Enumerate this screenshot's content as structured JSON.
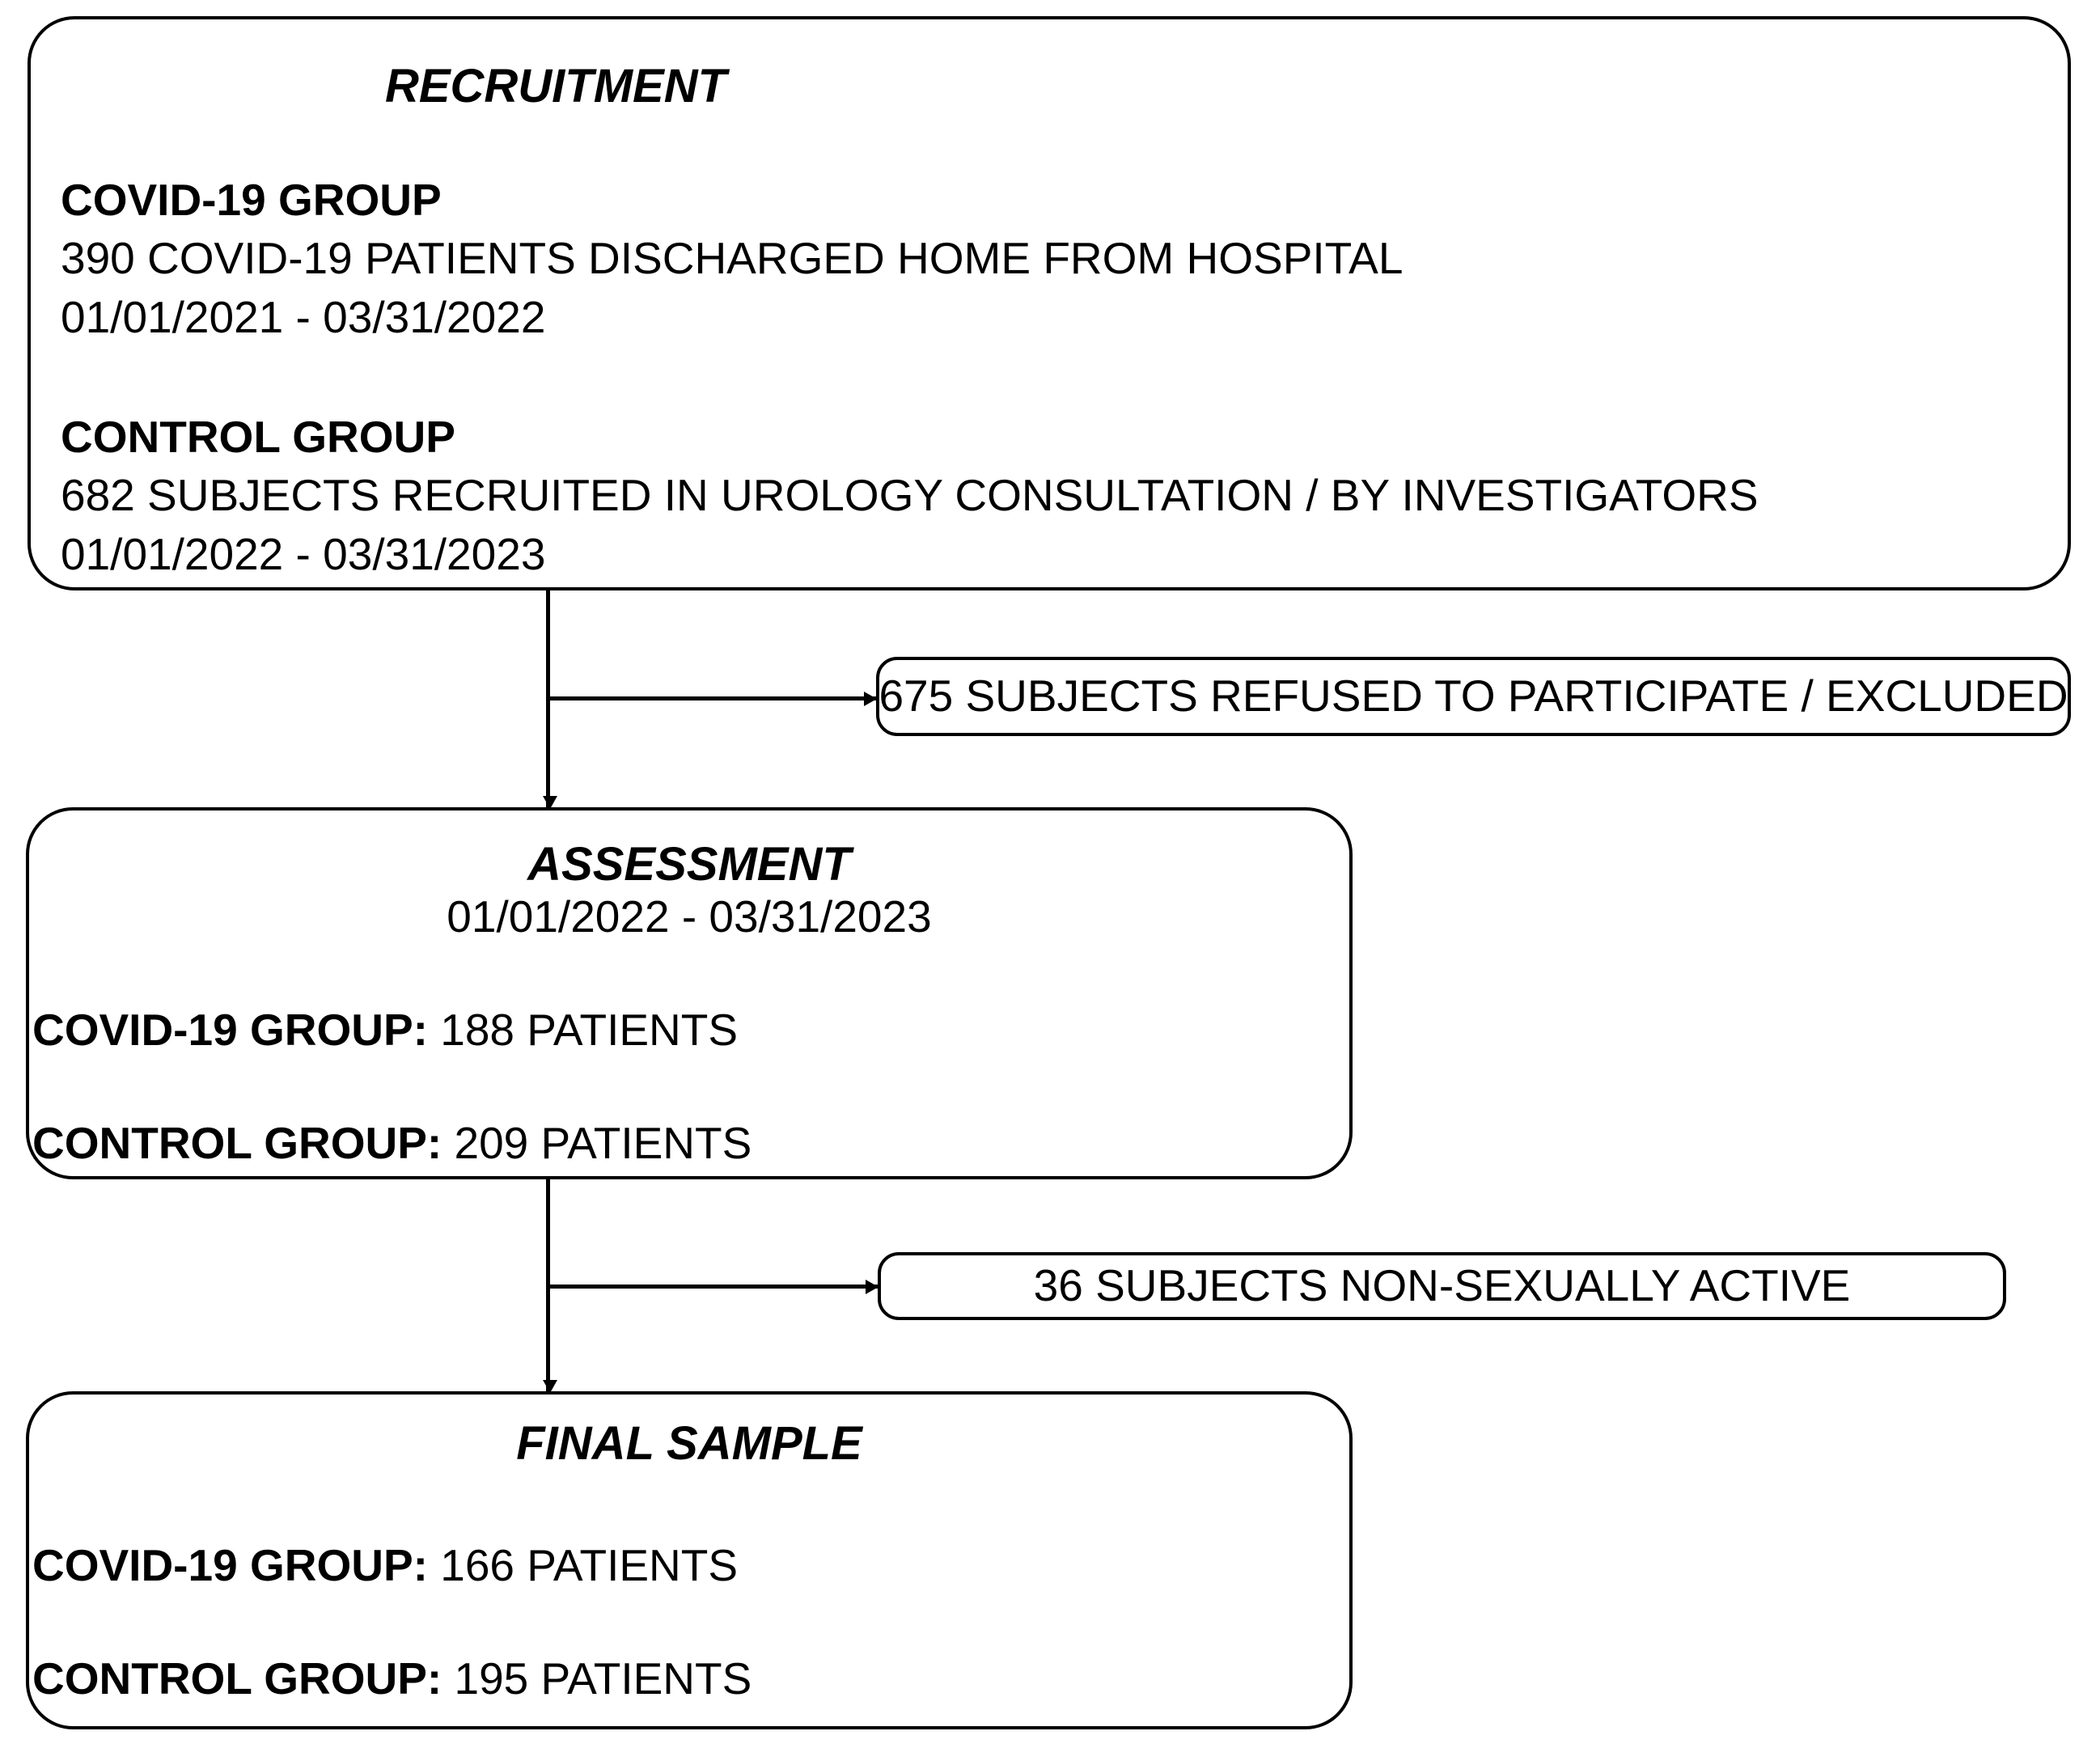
{
  "diagram": {
    "type": "flowchart",
    "orientation": "top-to-bottom",
    "nodes": [
      {
        "id": "recruitment",
        "title": "RECRUITMENT",
        "groups": [
          {
            "label": "COVID-19 GROUP",
            "lines": [
              "390 COVID-19 PATIENTS DISCHARGED HOME FROM HOSPITAL",
              "01/01/2021 - 03/31/2022"
            ]
          },
          {
            "label": "CONTROL GROUP",
            "lines": [
              "682 SUBJECTS RECRUITED IN UROLOGY CONSULTATION / BY INVESTIGATORS",
              "01/01/2022 - 03/31/2023"
            ]
          }
        ]
      },
      {
        "id": "excluded-1",
        "text": "675 SUBJECTS REFUSED TO PARTICIPATE / EXCLUDED"
      },
      {
        "id": "assessment",
        "title": "ASSESSMENT",
        "subtitle": "01/01/2022 - 03/31/2023",
        "rows": [
          {
            "label": "COVID-19 GROUP:",
            "value": " 188 PATIENTS"
          },
          {
            "label": "CONTROL GROUP:",
            "value": " 209 PATIENTS"
          }
        ]
      },
      {
        "id": "excluded-2",
        "text": "36 SUBJECTS NON-SEXUALLY ACTIVE"
      },
      {
        "id": "final-sample",
        "title": "FINAL SAMPLE",
        "rows": [
          {
            "label": "COVID-19 GROUP:",
            "value": " 166 PATIENTS"
          },
          {
            "label": "CONTROL GROUP:",
            "value": " 195 PATIENTS"
          }
        ]
      }
    ],
    "colors": {
      "stroke": "#000000",
      "fill": "#ffffff",
      "text": "#000000"
    }
  }
}
